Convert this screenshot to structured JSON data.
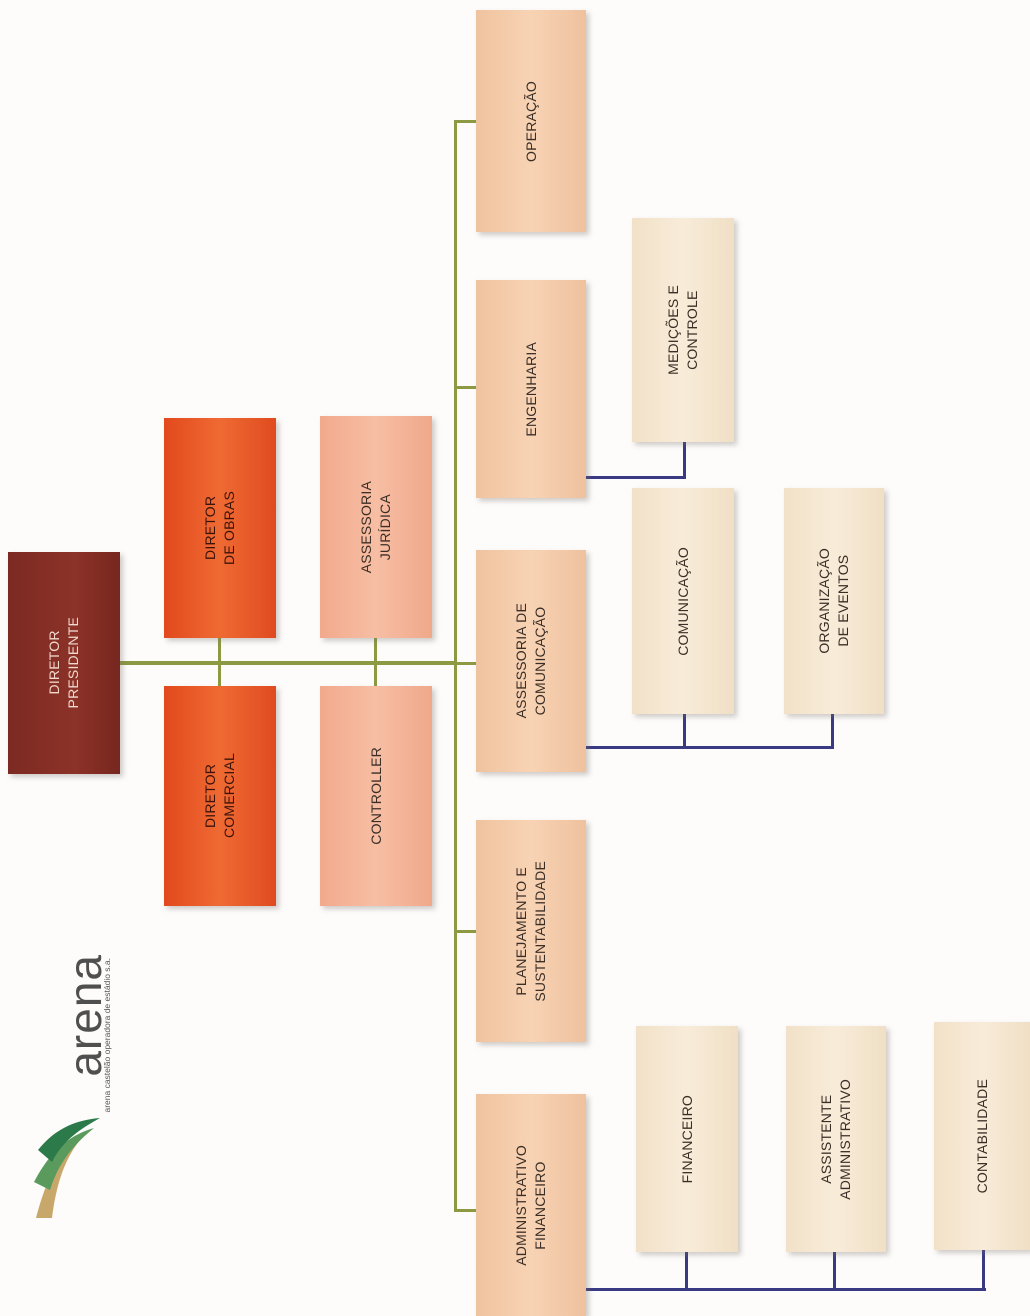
{
  "logo": {
    "name": "arena",
    "tagline": "arena castelão operadora de estádio s.a.",
    "colors": [
      "#2c7a4a",
      "#5a9a5c",
      "#c8a86a"
    ]
  },
  "nodes": {
    "diretor_presidente": "DIRETOR\nPRESIDENTE",
    "diretor_obras": "DIRETOR\nDE OBRAS",
    "diretor_comercial": "DIRETOR\nCOMERCIAL",
    "assessoria_juridica": "ASSESSORIA\nJURÍDICA",
    "controller": "CONTROLLER",
    "operacao": "OPERAÇÃO",
    "engenharia": "ENGENHARIA",
    "assessoria_comunicacao": "ASSESSORIA DE\nCOMUNICAÇÃO",
    "planejamento": "PLANEJAMENTO E\nSUSTENTABILIDADE",
    "administrativo_financeiro": "ADMINISTRATIVO\nFINANCEIRO",
    "medicoes": "MEDIÇÕES E\nCONTROLE",
    "comunicacao": "COMUNICAÇÃO",
    "organizacao_eventos": "ORGANIZAÇÃO\nDE EVENTOS",
    "financeiro": "FINANCEIRO",
    "assistente_administrativo": "ASSISTENTE\nADMINISTRATIVO",
    "contabilidade": "CONTABILIDADE"
  },
  "colors": {
    "presidente": "#86302a",
    "diretor": "#ea5a28",
    "assessoria": "#f4b499",
    "departamento": "#f4cbab",
    "subarea": "#f5e6d0",
    "main_connector": "#8c9a43",
    "sub_connector": "#3a3a82"
  }
}
